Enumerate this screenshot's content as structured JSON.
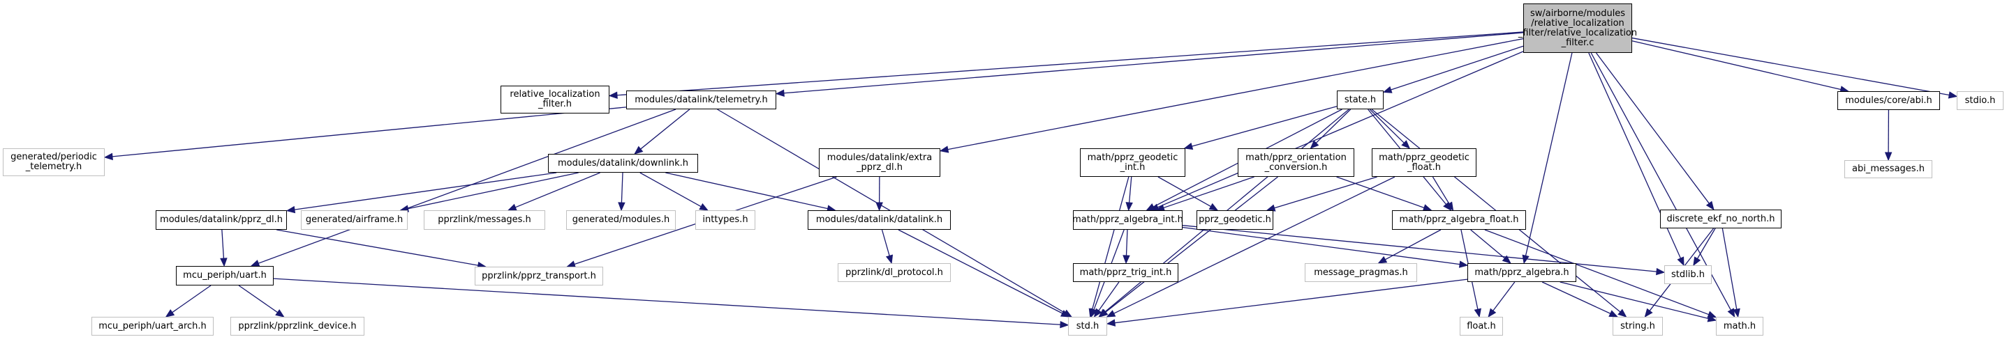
{
  "graph": {
    "title": "Include dependency graph for relative_localization_filter.c",
    "colors": {
      "edge": "#191970",
      "root_fill": "#bfbfbf",
      "doc_border": "#000000",
      "external_border": "#bfbfbf"
    },
    "nodes": [
      {
        "id": "root",
        "label": "sw/airborne/modules\n/relative_localization\n_filter/relative_localization\n_filter.c",
        "kind": "root"
      },
      {
        "id": "rlf_h",
        "label": "relative_localization\n_filter.h",
        "kind": "doc"
      },
      {
        "id": "telemetry_h",
        "label": "modules/datalink/telemetry.h",
        "kind": "doc"
      },
      {
        "id": "periodic_telemetry_h",
        "label": "generated/periodic\n_telemetry.h",
        "kind": "ext"
      },
      {
        "id": "downlink_h",
        "label": "modules/datalink/downlink.h",
        "kind": "doc"
      },
      {
        "id": "extra_pprz_dl_h",
        "label": "modules/datalink/extra\n_pprz_dl.h",
        "kind": "doc"
      },
      {
        "id": "state_h",
        "label": "state.h",
        "kind": "doc"
      },
      {
        "id": "abi_h",
        "label": "modules/core/abi.h",
        "kind": "doc"
      },
      {
        "id": "stdio_h",
        "label": "stdio.h",
        "kind": "ext"
      },
      {
        "id": "geodetic_int_h",
        "label": "math/pprz_geodetic\n_int.h",
        "kind": "doc"
      },
      {
        "id": "orientation_h",
        "label": "math/pprz_orientation\n_conversion.h",
        "kind": "doc"
      },
      {
        "id": "geodetic_float_h",
        "label": "math/pprz_geodetic\n_float.h",
        "kind": "doc"
      },
      {
        "id": "abi_messages_h",
        "label": "abi_messages.h",
        "kind": "ext"
      },
      {
        "id": "ekf_h",
        "label": "discrete_ekf_no_north.h",
        "kind": "doc"
      },
      {
        "id": "pprz_dl_h",
        "label": "modules/datalink/pprz_dl.h",
        "kind": "doc"
      },
      {
        "id": "airframe_h",
        "label": "generated/airframe.h",
        "kind": "ext"
      },
      {
        "id": "messages_h",
        "label": "pprzlink/messages.h",
        "kind": "ext"
      },
      {
        "id": "modules_h",
        "label": "generated/modules.h",
        "kind": "ext"
      },
      {
        "id": "inttypes_h",
        "label": "inttypes.h",
        "kind": "ext"
      },
      {
        "id": "datalink_h",
        "label": "modules/datalink/datalink.h",
        "kind": "doc"
      },
      {
        "id": "algebra_int_h",
        "label": "math/pprz_algebra_int.h",
        "kind": "doc"
      },
      {
        "id": "pprz_geodetic_h",
        "label": "pprz_geodetic.h",
        "kind": "doc"
      },
      {
        "id": "algebra_float_h",
        "label": "math/pprz_algebra_float.h",
        "kind": "doc"
      },
      {
        "id": "uart_h",
        "label": "mcu_periph/uart.h",
        "kind": "doc"
      },
      {
        "id": "pprz_transport_h",
        "label": "pprzlink/pprz_transport.h",
        "kind": "ext"
      },
      {
        "id": "dl_protocol_h",
        "label": "pprzlink/dl_protocol.h",
        "kind": "ext"
      },
      {
        "id": "trig_int_h",
        "label": "math/pprz_trig_int.h",
        "kind": "doc"
      },
      {
        "id": "message_pragmas_h",
        "label": "message_pragmas.h",
        "kind": "ext"
      },
      {
        "id": "algebra_h",
        "label": "math/pprz_algebra.h",
        "kind": "doc"
      },
      {
        "id": "stdlib_h",
        "label": "stdlib.h",
        "kind": "ext"
      },
      {
        "id": "uart_arch_h",
        "label": "mcu_periph/uart_arch.h",
        "kind": "ext"
      },
      {
        "id": "pprzlink_device_h",
        "label": "pprzlink/pprzlink_device.h",
        "kind": "ext"
      },
      {
        "id": "std_h",
        "label": "std.h",
        "kind": "ext"
      },
      {
        "id": "float_h",
        "label": "float.h",
        "kind": "ext"
      },
      {
        "id": "string_h",
        "label": "string.h",
        "kind": "ext"
      },
      {
        "id": "math_h",
        "label": "math.h",
        "kind": "ext"
      }
    ],
    "edges": [
      [
        "root",
        "rlf_h"
      ],
      [
        "root",
        "telemetry_h"
      ],
      [
        "root",
        "extra_pprz_dl_h"
      ],
      [
        "root",
        "state_h"
      ],
      [
        "root",
        "algebra_int_h"
      ],
      [
        "root",
        "algebra_h"
      ],
      [
        "root",
        "stdlib_h"
      ],
      [
        "root",
        "ekf_h"
      ],
      [
        "root",
        "abi_h"
      ],
      [
        "root",
        "stdio_h"
      ],
      [
        "root",
        "math_h"
      ],
      [
        "telemetry_h",
        "periodic_telemetry_h"
      ],
      [
        "telemetry_h",
        "downlink_h"
      ],
      [
        "telemetry_h",
        "uart_h"
      ],
      [
        "telemetry_h",
        "std_h"
      ],
      [
        "downlink_h",
        "pprz_dl_h"
      ],
      [
        "downlink_h",
        "airframe_h"
      ],
      [
        "downlink_h",
        "messages_h"
      ],
      [
        "downlink_h",
        "modules_h"
      ],
      [
        "downlink_h",
        "inttypes_h"
      ],
      [
        "downlink_h",
        "datalink_h"
      ],
      [
        "extra_pprz_dl_h",
        "pprz_transport_h"
      ],
      [
        "extra_pprz_dl_h",
        "datalink_h"
      ],
      [
        "pprz_dl_h",
        "uart_h"
      ],
      [
        "pprz_dl_h",
        "pprz_transport_h"
      ],
      [
        "datalink_h",
        "dl_protocol_h"
      ],
      [
        "datalink_h",
        "std_h"
      ],
      [
        "uart_h",
        "uart_arch_h"
      ],
      [
        "uart_h",
        "pprzlink_device_h"
      ],
      [
        "uart_h",
        "std_h"
      ],
      [
        "state_h",
        "geodetic_int_h"
      ],
      [
        "state_h",
        "orientation_h"
      ],
      [
        "state_h",
        "geodetic_float_h"
      ],
      [
        "state_h",
        "algebra_int_h"
      ],
      [
        "state_h",
        "algebra_float_h"
      ],
      [
        "state_h",
        "std_h"
      ],
      [
        "state_h",
        "string_h"
      ],
      [
        "geodetic_int_h",
        "algebra_int_h"
      ],
      [
        "geodetic_int_h",
        "pprz_geodetic_h"
      ],
      [
        "geodetic_int_h",
        "std_h"
      ],
      [
        "orientation_h",
        "algebra_int_h"
      ],
      [
        "orientation_h",
        "algebra_float_h"
      ],
      [
        "orientation_h",
        "std_h"
      ],
      [
        "geodetic_float_h",
        "pprz_geodetic_h"
      ],
      [
        "geodetic_float_h",
        "algebra_float_h"
      ],
      [
        "geodetic_float_h",
        "std_h"
      ],
      [
        "algebra_int_h",
        "trig_int_h"
      ],
      [
        "algebra_int_h",
        "std_h"
      ],
      [
        "algebra_int_h",
        "algebra_h"
      ],
      [
        "algebra_int_h",
        "stdlib_h"
      ],
      [
        "trig_int_h",
        "std_h"
      ],
      [
        "algebra_float_h",
        "message_pragmas_h"
      ],
      [
        "algebra_float_h",
        "algebra_h"
      ],
      [
        "algebra_float_h",
        "float_h"
      ],
      [
        "algebra_float_h",
        "math_h"
      ],
      [
        "algebra_h",
        "std_h"
      ],
      [
        "algebra_h",
        "float_h"
      ],
      [
        "algebra_h",
        "string_h"
      ],
      [
        "algebra_h",
        "math_h"
      ],
      [
        "ekf_h",
        "stdlib_h"
      ],
      [
        "ekf_h",
        "string_h"
      ],
      [
        "ekf_h",
        "math_h"
      ],
      [
        "abi_h",
        "abi_messages_h"
      ]
    ]
  }
}
